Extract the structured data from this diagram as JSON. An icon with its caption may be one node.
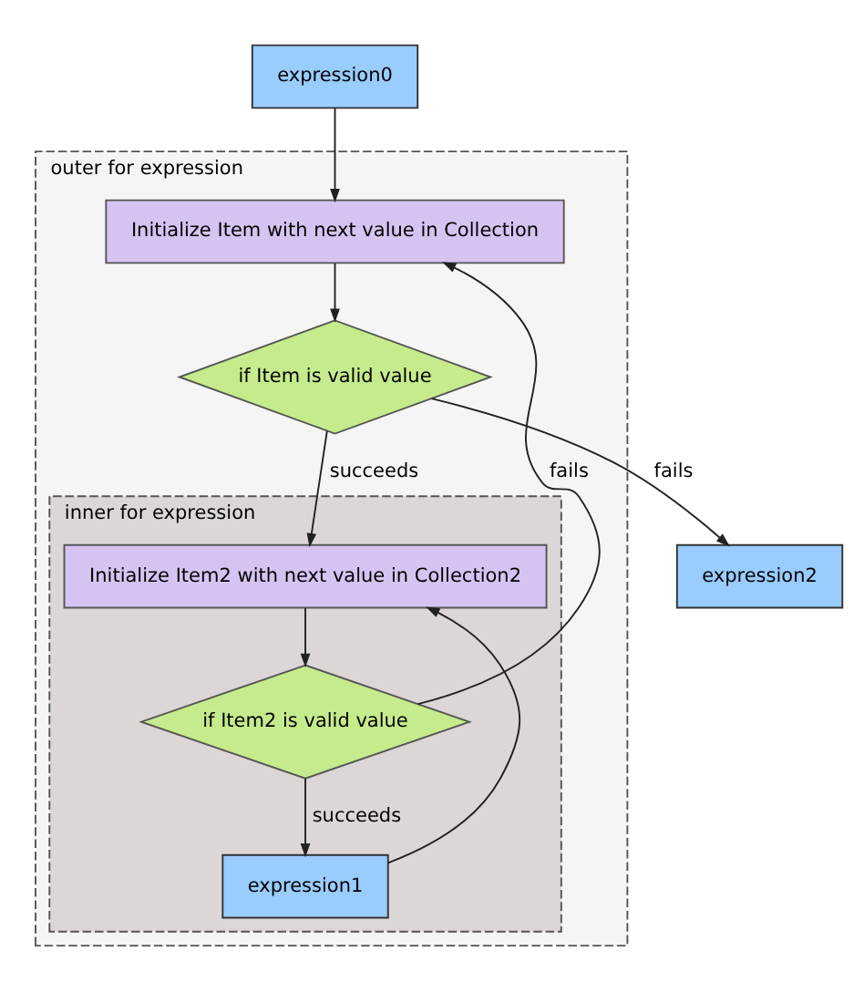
{
  "diagram": {
    "nodes": [
      {
        "text": [
          "expression0"
        ]
      },
      {
        "text": [
          "outer for expression"
        ]
      },
      {
        "text": [
          "Initialize Item with next value in Collection"
        ],
        "in": 1
      },
      {
        "text": [
          "if Item is valid value"
        ],
        "in": 1
      },
      {
        "text": [
          "inner for expression"
        ],
        "in": 1
      },
      {
        "text": [
          "Initialize Item2 with next value in Collection2"
        ],
        "in": 4
      },
      {
        "text": [
          "if Item2 is valid value"
        ],
        "in": 4
      },
      {
        "text": [
          "expression1"
        ],
        "in": 4
      },
      {
        "text": [
          "expression2"
        ]
      }
    ],
    "edges": [
      {
        "from": 0,
        "to": 2,
        "arrow": "to"
      },
      {
        "from": 2,
        "to": 3,
        "arrow": "to"
      },
      {
        "from": 3,
        "to": 8,
        "label": "fails",
        "arrow": "to"
      },
      {
        "from": 3,
        "to": 5,
        "label": "succeeds",
        "arrow": "to"
      },
      {
        "from": 5,
        "to": 6,
        "arrow": "to"
      },
      {
        "from": 6,
        "to": 2,
        "label": "fails",
        "arrow": "to"
      },
      {
        "from": 6,
        "to": 7,
        "label": "succeeds",
        "arrow": "to"
      },
      {
        "from": 7,
        "to": 5,
        "arrow": "to"
      }
    ]
  }
}
